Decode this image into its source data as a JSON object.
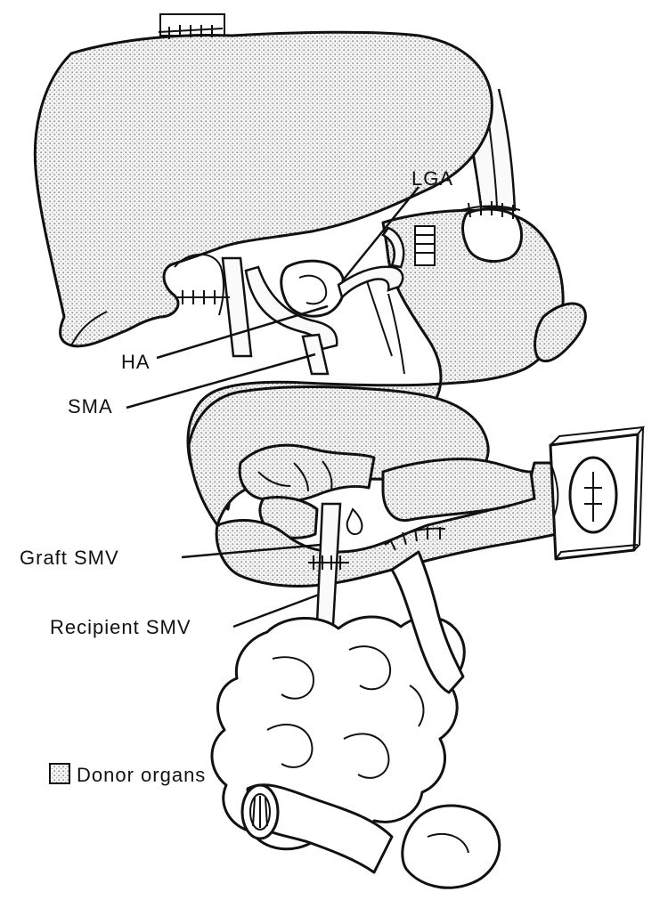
{
  "labels": {
    "lga": "LGA",
    "ha": "HA",
    "sma": "SMA",
    "graft_smv": "Graft SMV",
    "recipient_smv": "Recipient SMV"
  },
  "legend": {
    "text": "Donor organs"
  },
  "colors": {
    "stroke": "#111111",
    "background": "#ffffff",
    "stipple": "#9a9a9a"
  }
}
